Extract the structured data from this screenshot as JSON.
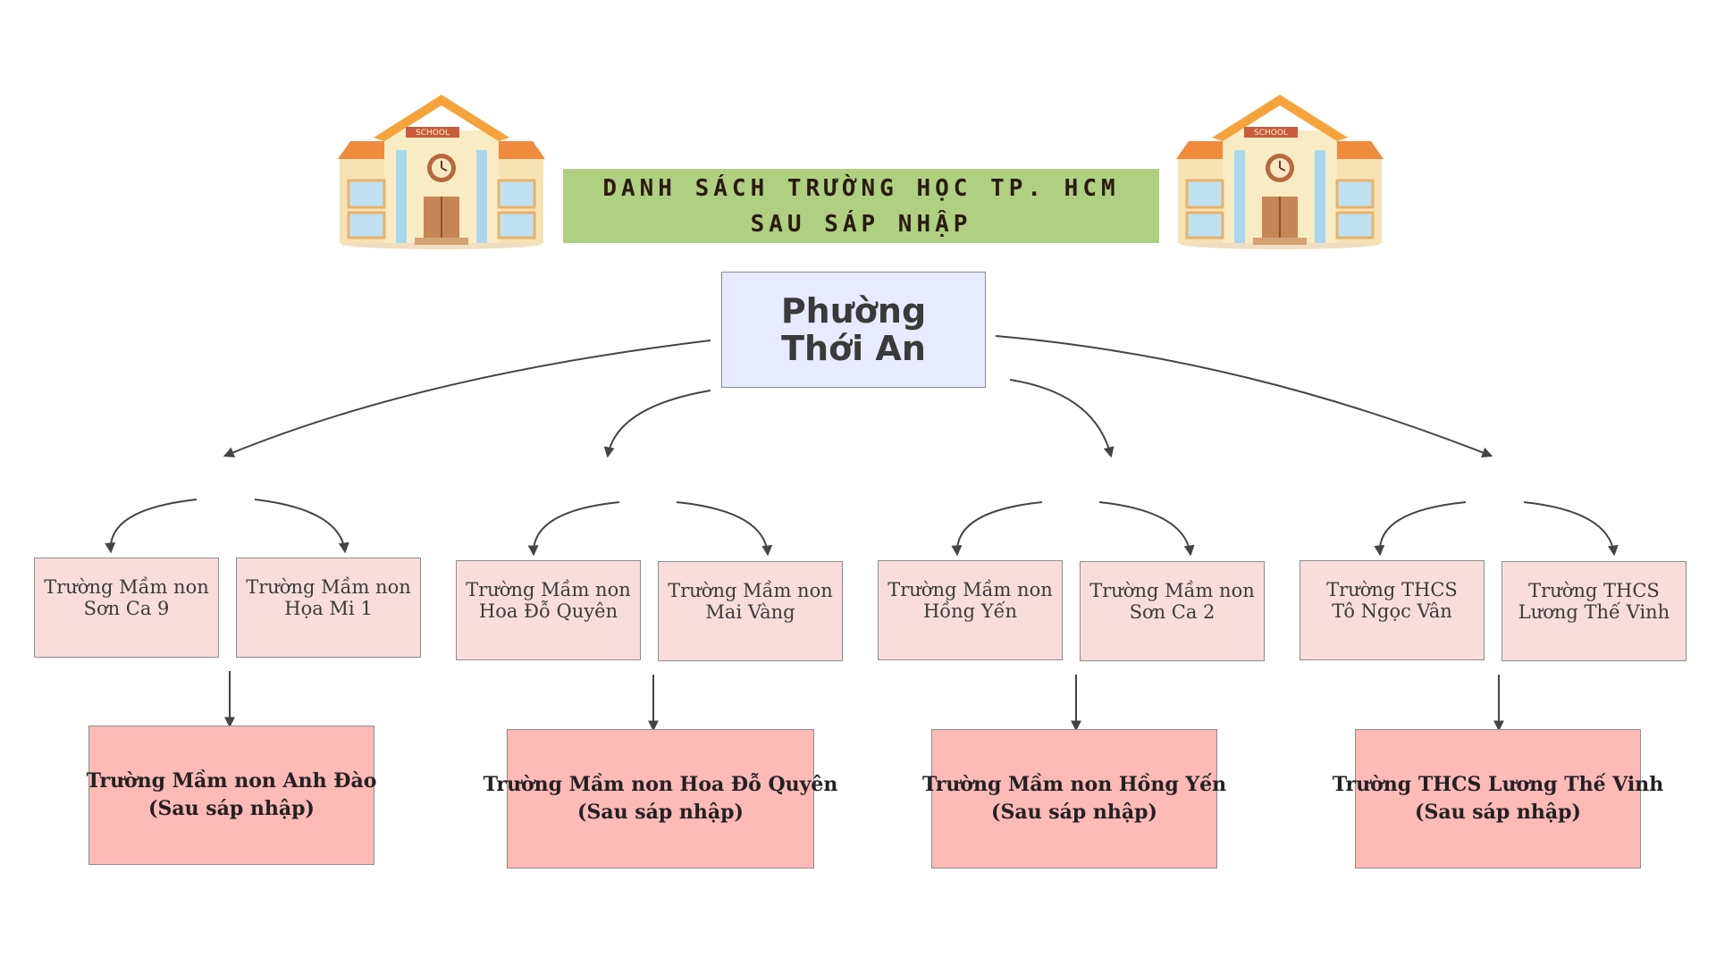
{
  "title": {
    "line1": "DANH SÁCH TRƯỜNG HỌC TP. HCM",
    "line2": "SAU SÁP NHẬP"
  },
  "school_icon": {
    "name": "school-building-icon",
    "sign_text": "SCHOOL"
  },
  "colors": {
    "title_banner": "#b0d081",
    "root_fill": "#e8ebff",
    "school_node_fill": "#f9dddd",
    "merged_node_fill": "#fdbab7",
    "arrow": "#444444"
  },
  "root": {
    "line1": "Phường",
    "line2": "Thới An"
  },
  "groups": [
    {
      "schools": [
        {
          "line1": "Trường Mầm non",
          "line2": "Sơn Ca 9"
        },
        {
          "line1": "Trường Mầm non",
          "line2": "Họa Mi 1"
        }
      ],
      "merged": {
        "line1": "Trường Mầm non Anh Đào",
        "line2": "(Sau sáp nhập)"
      }
    },
    {
      "schools": [
        {
          "line1": "Trường Mầm non",
          "line2": "Hoa Đỗ Quyên"
        },
        {
          "line1": "Trường Mầm non",
          "line2": "Mai Vàng"
        }
      ],
      "merged": {
        "line1": "Trường Mầm non Hoa Đỗ Quyên",
        "line2": "(Sau sáp nhập)"
      }
    },
    {
      "schools": [
        {
          "line1": "Trường Mầm non",
          "line2": "Hồng Yến"
        },
        {
          "line1": "Trường Mầm non",
          "line2": "Sơn Ca 2"
        }
      ],
      "merged": {
        "line1": "Trường Mầm non Hồng Yến",
        "line2": "(Sau sáp nhập)"
      }
    },
    {
      "schools": [
        {
          "line1": "Trường THCS",
          "line2": "Tô Ngọc Vân"
        },
        {
          "line1": "Trường THCS",
          "line2": "Lương Thế Vinh"
        }
      ],
      "merged": {
        "line1": "Trường THCS Lương Thế Vinh",
        "line2": "(Sau sáp nhập)"
      }
    }
  ]
}
